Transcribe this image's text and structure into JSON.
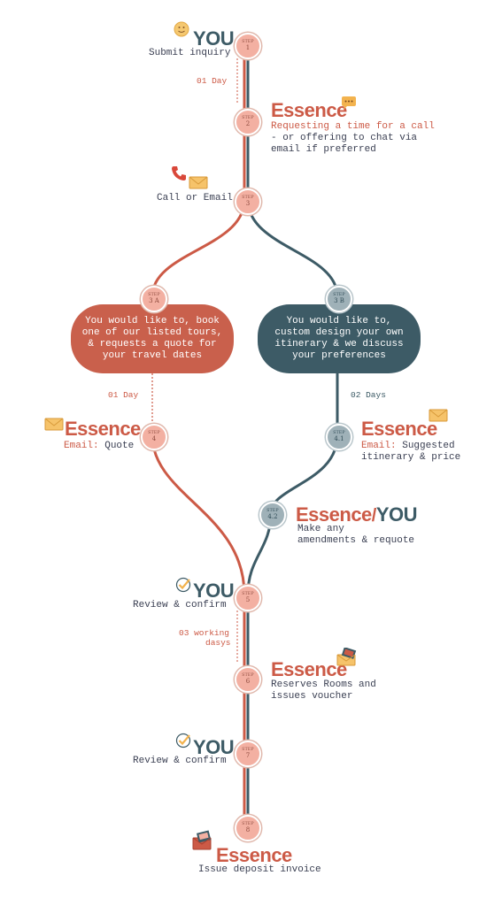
{
  "brands": {
    "you": "YOU",
    "essence": "Essence",
    "slash": "/"
  },
  "step_label": "STEP",
  "steps": {
    "s1": "1",
    "s2": "2",
    "s3": "3",
    "s3a": "3 A",
    "s3b": "3 B",
    "s4": "4",
    "s41": "4.1",
    "s42": "4.2",
    "s5": "5",
    "s6": "6",
    "s7": "7",
    "s8": "8"
  },
  "texts": {
    "submit_inquiry": "Submit inquiry",
    "requesting_call": "Requesting a time for a call",
    "offer_chat_1": "- or offering to chat via",
    "offer_chat_2": "email if preferred",
    "call_or_email": "Call or Email",
    "pill_a_1": "You would like to, book",
    "pill_a_2": "one of our listed tours,",
    "pill_a_3": "& requests a quote for",
    "pill_a_4": "your travel dates",
    "pill_b_1": "You would like to,",
    "pill_b_2": "custom design your own",
    "pill_b_3": "itinerary & we discuss",
    "pill_b_4": "your preferences",
    "email_label": "Email:",
    "quote": "Quote",
    "suggested_1": "Suggested",
    "suggested_2": "itinerary & price",
    "amend_1": "Make any",
    "amend_2": "amendments & requote",
    "review_confirm": "Review & confirm",
    "reserves_1": "Reserves Rooms and",
    "reserves_2": "issues voucher",
    "deposit": "Issue deposit invoice"
  },
  "durations": {
    "d1": "01 Day",
    "d2": "01 Day",
    "d3": "02 Days",
    "d4a": "03 working",
    "d4b": "dasys"
  },
  "colors": {
    "red": "#cc5a46",
    "teal": "#3d5b66",
    "step_fill": "#f3b0a2",
    "step_gray": "#9fb1b8"
  },
  "icons": [
    "smiley-icon",
    "chat-bubble-icon",
    "phone-icon",
    "envelope-icon",
    "checkmark-icon",
    "ticket-envelope-icon",
    "invoice-envelope-icon"
  ]
}
